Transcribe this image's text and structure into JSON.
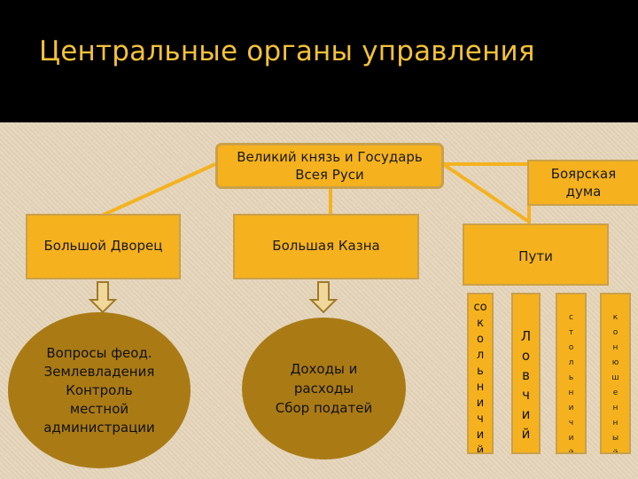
{
  "title": "Центральные органы управления",
  "nodes": {
    "grand_prince": [
      "Великий князь и Государь",
      "Всея Руси"
    ],
    "boyar_duma": [
      "Боярская",
      "дума"
    ],
    "great_palace": "Большой Дворец",
    "great_treasury": "Большая Казна",
    "ways": "Пути",
    "palace_tasks": [
      "Вопросы феод.",
      "Землевладения",
      "Контроль",
      "местной",
      "администрации"
    ],
    "treasury_tasks": [
      "Доходы и",
      "расходы",
      "Сбор податей"
    ],
    "ways_items": [
      "сокольничий",
      "Ловчий",
      "стольничий",
      "конюшенный"
    ]
  },
  "colors": {
    "box": "#f5b21e",
    "ellipse": "#aa7b15",
    "title": "#f3c13a",
    "connector": "#f5b21e",
    "arrow": "#a07a2a"
  }
}
